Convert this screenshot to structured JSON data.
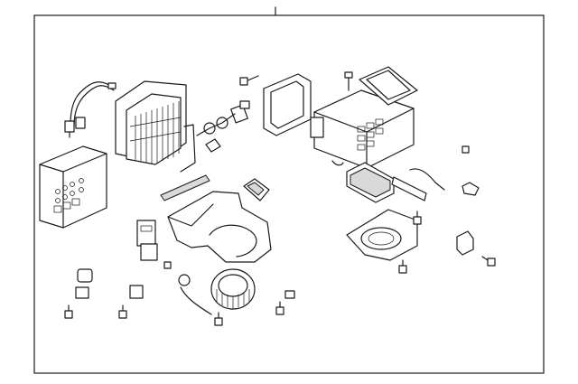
{
  "diagram": {
    "frame_color": "#1a1a1a",
    "background": "#ffffff",
    "parts": [
      {
        "name": "control-module",
        "icon": "module-icon"
      },
      {
        "name": "wire-harness",
        "icon": "harness-icon"
      },
      {
        "name": "evaporator-core",
        "icon": "evaporator-icon"
      },
      {
        "name": "expansion-valve",
        "icon": "valve-icon"
      },
      {
        "name": "seal-strip",
        "icon": "seal-icon"
      },
      {
        "name": "heater-case-upper",
        "icon": "case-icon"
      },
      {
        "name": "heater-core",
        "icon": "heater-core-icon"
      },
      {
        "name": "blower-housing",
        "icon": "blower-housing-icon"
      },
      {
        "name": "blower-motor",
        "icon": "motor-icon"
      },
      {
        "name": "blower-lower-cover",
        "icon": "cover-icon"
      },
      {
        "name": "resistor",
        "icon": "resistor-icon"
      },
      {
        "name": "actuator",
        "icon": "actuator-icon"
      },
      {
        "name": "screw",
        "icon": "screw-icon"
      }
    ]
  }
}
